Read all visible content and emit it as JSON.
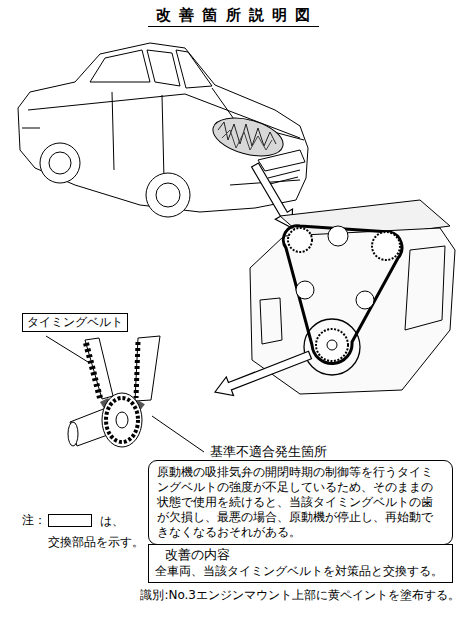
{
  "diagram": {
    "title": "改善箇所説明図",
    "nodes": [
      {
        "text": [
          "タイミングベルト"
        ]
      },
      {
        "text": [
          "基準不適合発生箇所",
          "原動機の吸排気弁の開閉時期の制御等を行うタイミングベルトの強度が不足しているため、そのままの状態で使用を続けると、当該タイミングベルトの歯が欠損し、最悪の場合、原動機が停止し、再始動できなくなるおそれがある。"
        ]
      },
      {
        "text": [
          "改善の内容",
          "全車両、当該タイミングベルトを対策品と交換する。"
        ]
      }
    ],
    "labels": [
      "注：",
      "識別:No.3エンジンマウント上部に黄ペイントを塗布する。"
    ],
    "legend": [
      {
        "text": "は、 交換部品を示す。"
      }
    ]
  }
}
